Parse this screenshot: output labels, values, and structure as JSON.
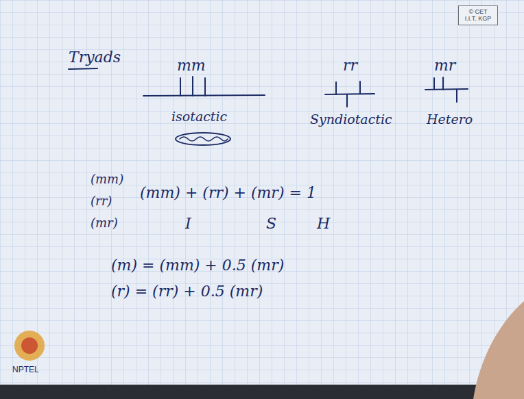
{
  "diagram": {
    "title": "Tryads",
    "nodes": [
      {
        "text": [
          "© CET I.I.T. KGP"
        ]
      }
    ],
    "labels": [
      "mm",
      "rr",
      "mr",
      "isotactic",
      "Syndiotactic",
      "Hetero",
      "(mm)",
      "(rr)",
      "(mr)",
      "(mm) + (rr) + (mr) = 1",
      "I",
      "S",
      "H",
      "(m) = (mm) + 0.5 (mr)",
      "(r) = (rr) + 0.5 (mr)",
      "NPTEL"
    ]
  }
}
